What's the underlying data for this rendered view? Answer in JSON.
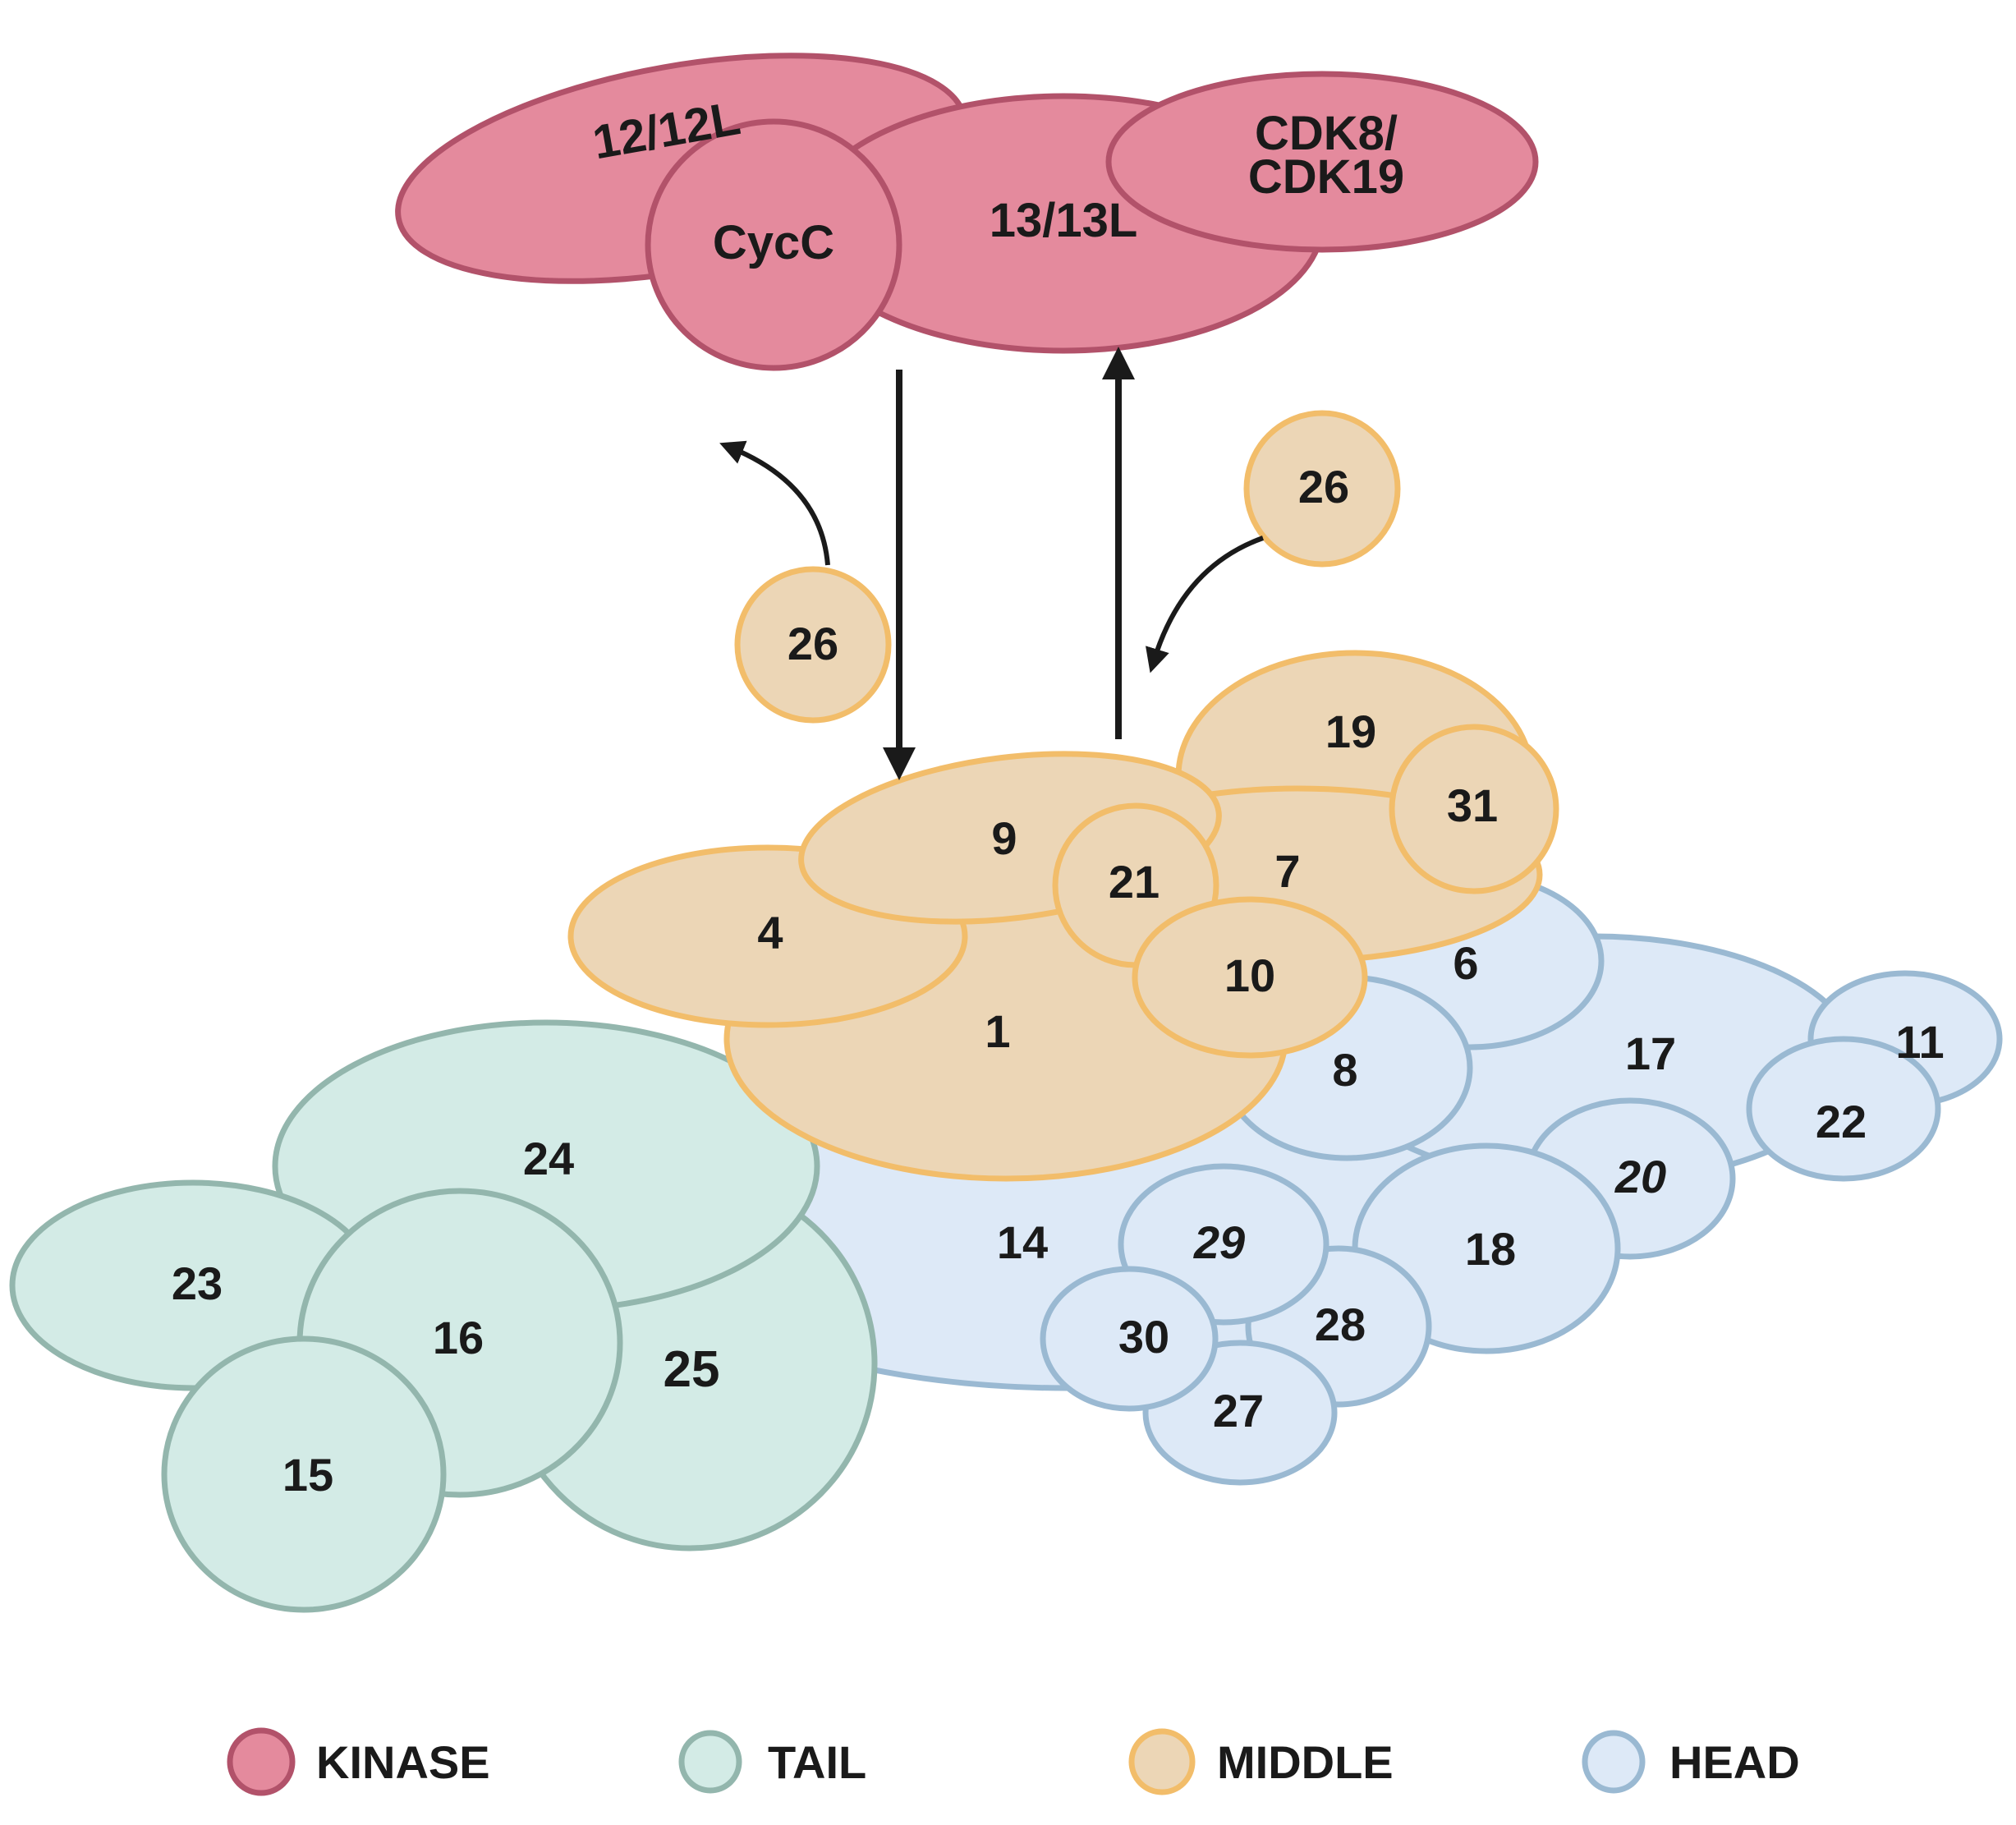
{
  "colors": {
    "kinase_fill": "#e48a9d",
    "kinase_stroke": "#b2526a",
    "tail_fill": "#d3ebe6",
    "tail_stroke": "#93b6ad",
    "middle_fill": "#ecd6b6",
    "middle_stroke": "#f2bd6a",
    "head_fill": "#dde9f7",
    "head_stroke": "#9ab9d2",
    "arrow": "#1a1a1a"
  },
  "kinase": {
    "label_12": "12/12L",
    "label_13": "13/13L",
    "label_cdk_line1": "CDK8/",
    "label_cdk_line2": "CDK19",
    "label_cycc": "CycC"
  },
  "med26": {
    "left": "26",
    "right": "26"
  },
  "head": {
    "s6": "6",
    "s8": "8",
    "s11": "11",
    "s14": "14",
    "s17": "17",
    "s18": "18",
    "s20": "20",
    "s22": "22",
    "s27": "27",
    "s28": "28",
    "s29": "29",
    "s30": "30"
  },
  "middle": {
    "s1": "1",
    "s4": "4",
    "s7": "7",
    "s9": "9",
    "s10": "10",
    "s19": "19",
    "s21": "21",
    "s31": "31"
  },
  "tail": {
    "s15": "15",
    "s16": "16",
    "s23": "23",
    "s24": "24",
    "s25": "25"
  },
  "legend": {
    "kinase": "KINASE",
    "tail": "TAIL",
    "middle": "MIDDLE",
    "head": "HEAD"
  }
}
